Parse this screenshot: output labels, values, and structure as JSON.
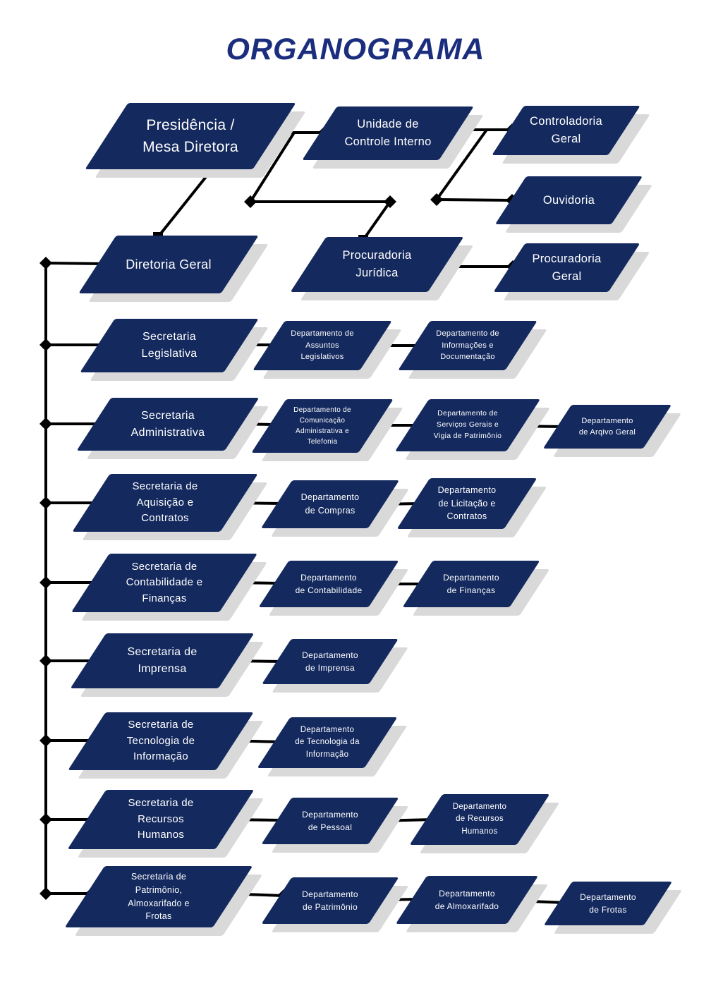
{
  "title": "ORGANOGRAMA",
  "colors": {
    "background": "#ffffff",
    "box_fill": "#14295e",
    "box_text": "#ffffff",
    "title_text": "#1b2e7d",
    "connector_line": "#000000",
    "marker": "#000000",
    "box_shadow": "#d9d9d9"
  },
  "nodes": {
    "presidencia": "Presidência /\nMesa Diretora",
    "unidade_controle": "Unidade de\nControle Interno",
    "controladoria": "Controladoria\nGeral",
    "ouvidoria": "Ouvidoria",
    "diretoria_geral": "Diretoria Geral",
    "procuradoria_juridica": "Procuradoria\nJurídica",
    "procuradoria_geral": "Procuradoria\nGeral",
    "sec_legislativa": "Secretaria\nLegislativa",
    "sec_administrativa": "Secretaria\nAdministrativa",
    "sec_aquisicao": "Secretaria de\nAquisição e\nContratos",
    "sec_contabilidade": "Secretaria de\nContabilidade e\nFinanças",
    "sec_imprensa": "Secretaria de\nImprensa",
    "sec_tecnologia": "Secretaria de\nTecnologia de\nInformação",
    "sec_rh": "Secretaria de\nRecursos\nHumanos",
    "sec_patrimonio": "Secretaria de\nPatrimônio,\nAlmoxarifado e\nFrotas",
    "dept_assuntos": "Departamento de\nAssuntos\nLegislativos",
    "dept_informacoes": "Departamento de\nInformações e\nDocumentação",
    "dept_comunicacao": "Departamento de\nComunicação\nAdministrativa e\nTelefonia",
    "dept_servicos": "Departamento de\nServiços Gerais e\nVigia de Patrimônio",
    "dept_arquivo": "Departamento\nde Arqivo Geral",
    "dept_compras": "Departamento\nde Compras",
    "dept_licitacao": "Departamento\nde Licitação e\nContratos",
    "dept_contabilidade": "Departamento\nde Contabilidade",
    "dept_financas": "Departamento\nde Finanças",
    "dept_imprensa": "Departamento\nde Imprensa",
    "dept_tecnologia": "Departamento\nde Tecnologia da\nInformação",
    "dept_pessoal": "Departamento\nde Pessoal",
    "dept_rh": "Departamento\nde Recursos\nHumanos",
    "dept_patrimonio": "Departamento\nde Patrimônio",
    "dept_almoxarifado": "Departamento\nde Almoxarifado",
    "dept_frotas": "Departamento\nde Frotas"
  }
}
